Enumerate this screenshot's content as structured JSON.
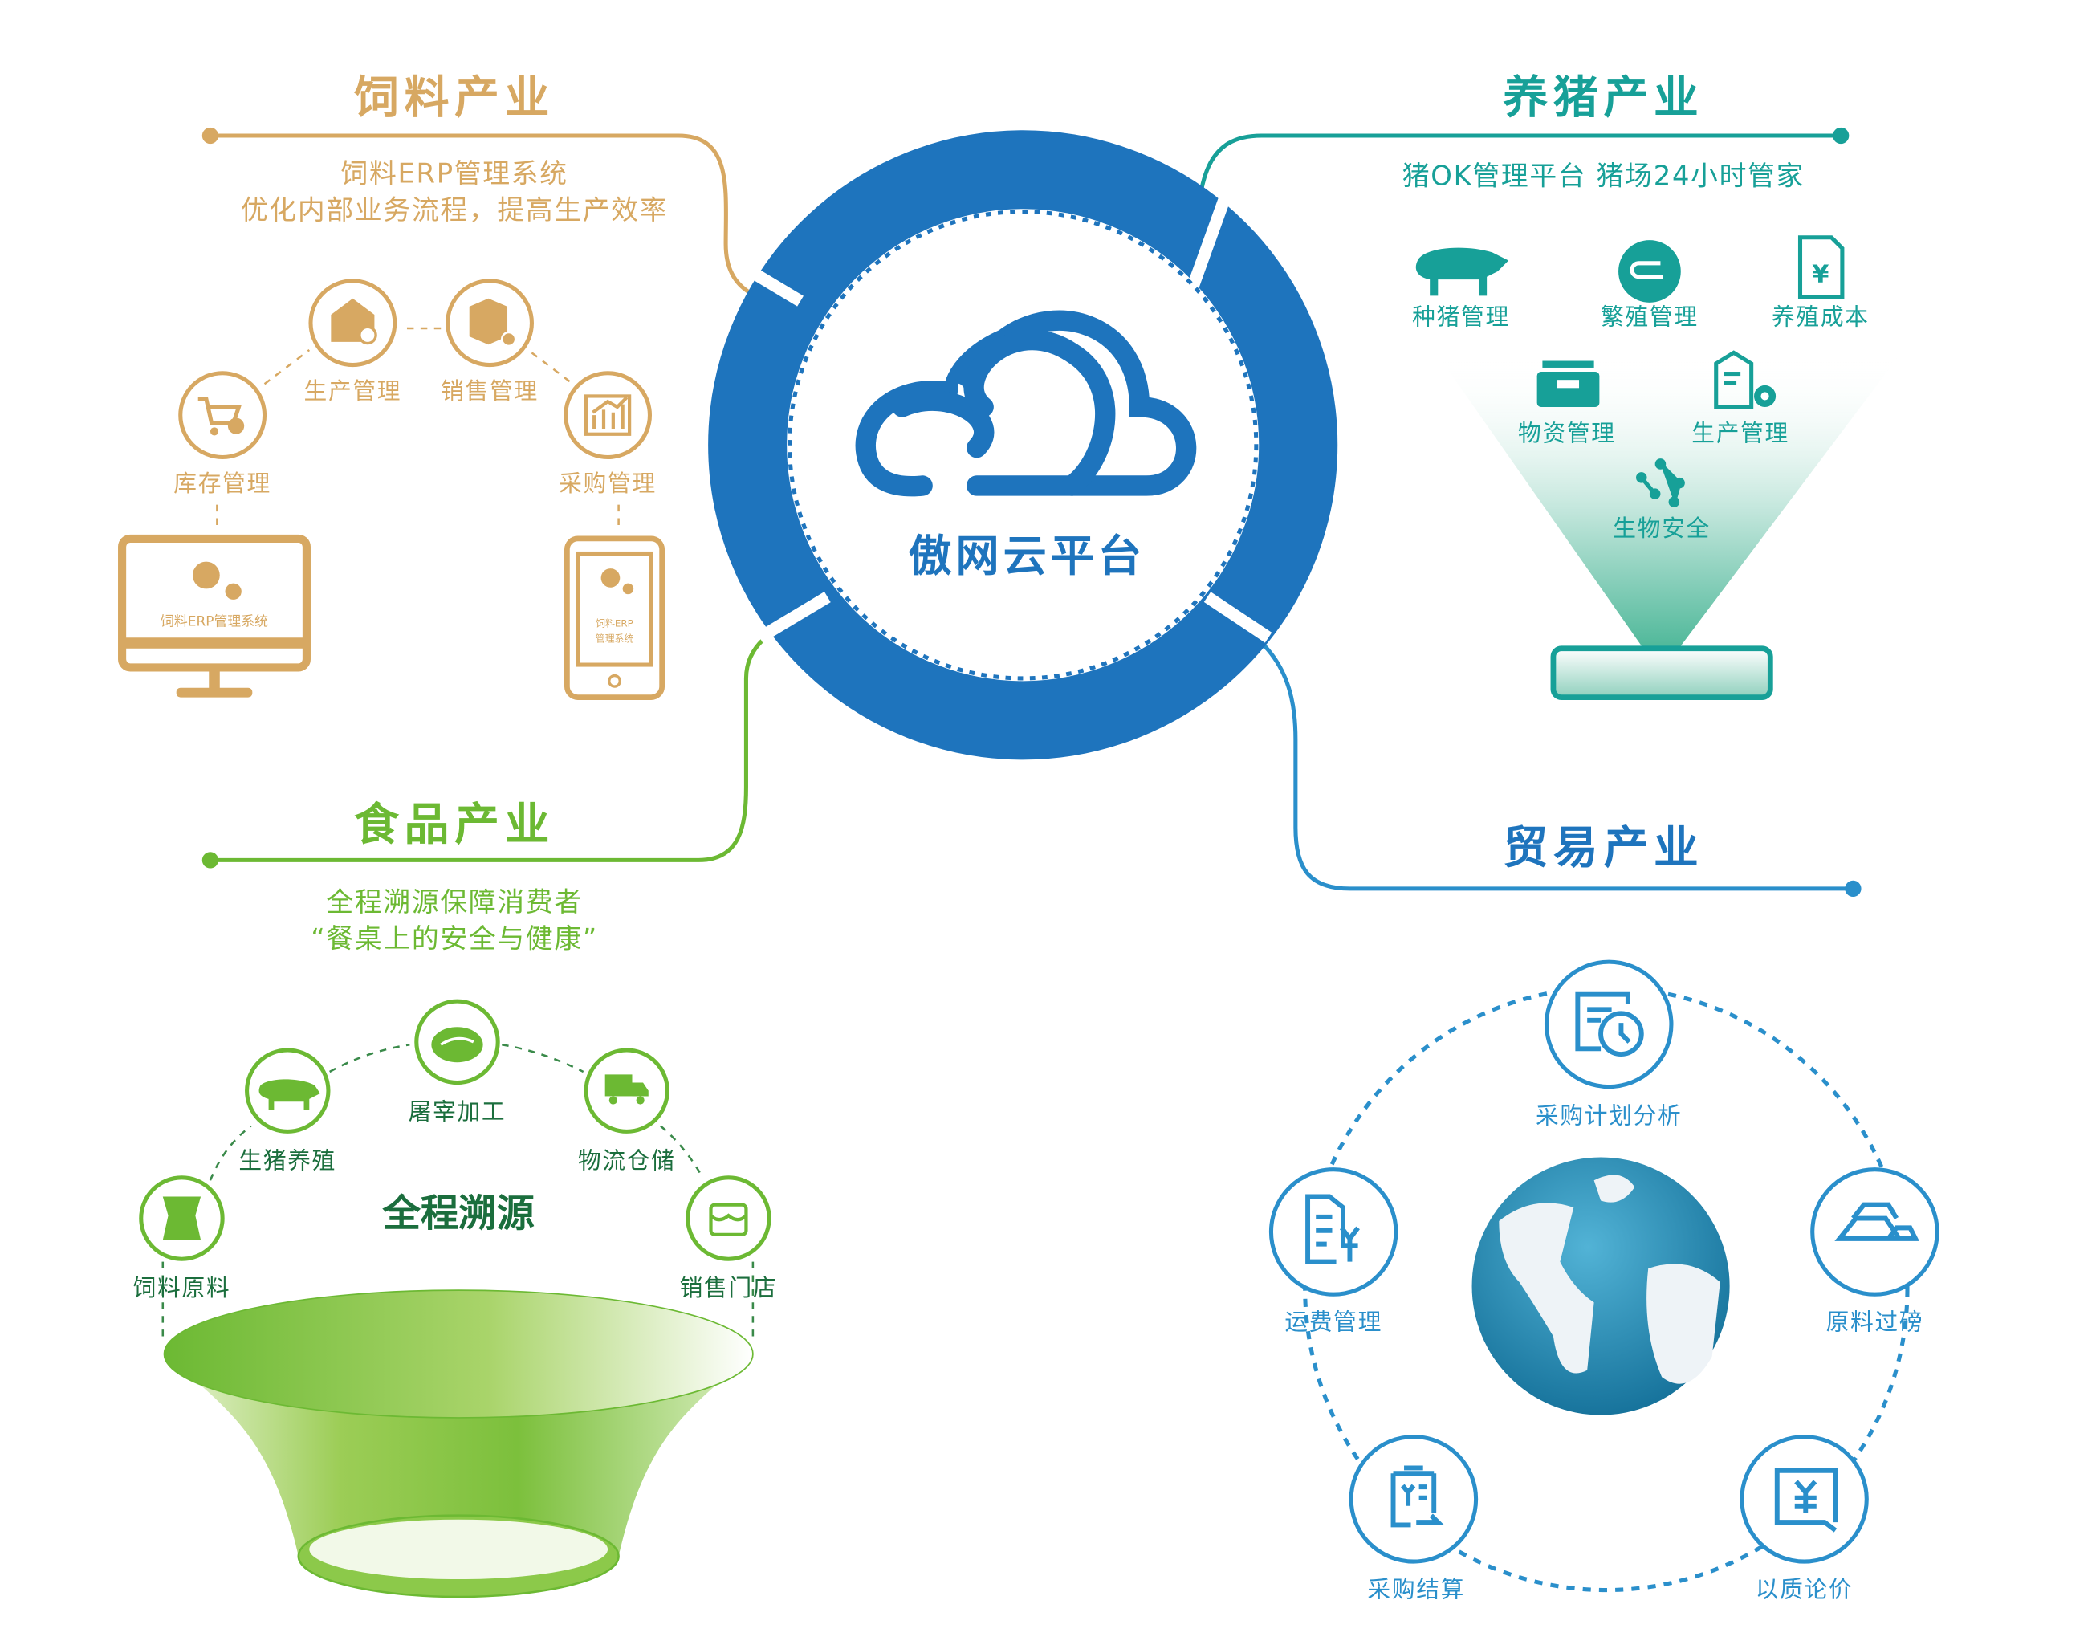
{
  "center": {
    "title": "傲网云平台"
  },
  "feed": {
    "title": "饲料产业",
    "subtitle_1": "饲料ERP管理系统",
    "subtitle_2": "优化内部业务流程，提高生产效率",
    "modules": [
      "生产管理",
      "销售管理",
      "库存管理",
      "采购管理"
    ],
    "monitor_label": "饲料ERP管理系统",
    "phone_label_1": "饲料ERP",
    "phone_label_2": "管理系统"
  },
  "pig": {
    "title": "养猪产业",
    "subtitle": "猪OK管理平台 猪场24小时管家",
    "modules": [
      "种猪管理",
      "繁殖管理",
      "养殖成本",
      "物资管理",
      "生产管理",
      "生物安全"
    ]
  },
  "food": {
    "title": "食品产业",
    "subtitle_1": "全程溯源保障消费者",
    "subtitle_2": "“餐桌上的安全与健康”",
    "center_label": "全程溯源",
    "steps": [
      "饲料原料",
      "生猪养殖",
      "屠宰加工",
      "物流仓储",
      "销售门店"
    ]
  },
  "trade": {
    "title": "贸易产业",
    "modules": [
      "采购计划分析",
      "运费管理",
      "原料过磅",
      "采购结算",
      "以质论价"
    ]
  },
  "colors": {
    "feed": "#d7a862",
    "pig": "#17a098",
    "food": "#6cb933",
    "platform": "#1e74bd",
    "trade": "#2a8fcb"
  }
}
